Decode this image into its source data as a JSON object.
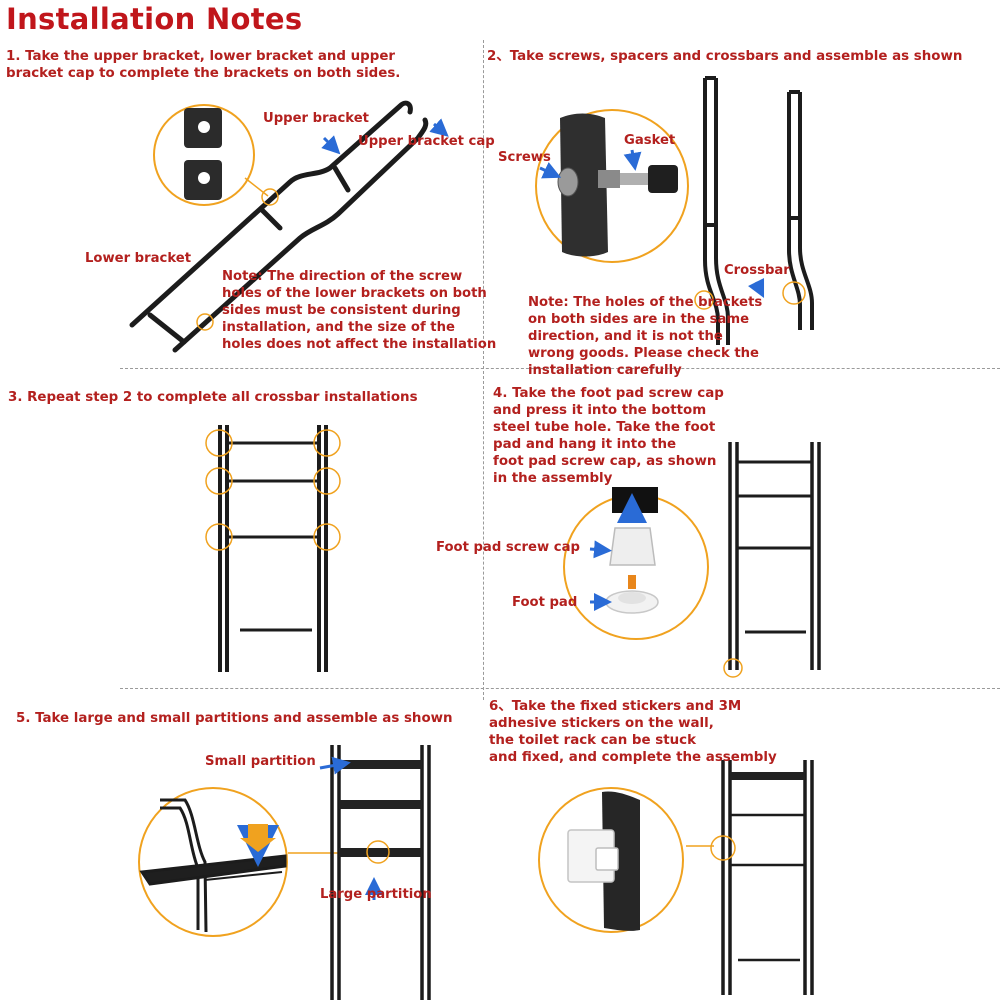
{
  "title": "Installation Notes",
  "step1": {
    "lines": [
      "1. Take the upper bracket, lower bracket and upper",
      "bracket cap to complete the brackets on both sides."
    ],
    "labels": {
      "upper_bracket": "Upper bracket",
      "upper_bracket_cap": "Upper bracket cap",
      "lower_bracket": "Lower bracket"
    },
    "note": [
      "Note: The direction of the screw",
      "holes of the lower brackets on both",
      "sides must be consistent during",
      "installation, and the size of the",
      "holes does not affect the installation"
    ]
  },
  "step2": {
    "lines": [
      "2、Take screws, spacers and crossbars and assemble as shown"
    ],
    "labels": {
      "screws": "Screws",
      "gasket": "Gasket",
      "crossbar": "Crossbar"
    },
    "note": [
      "Note: The holes of the brackets",
      "on both sides are in the same",
      "direction, and it is not the",
      "wrong goods. Please check the",
      "installation carefully"
    ]
  },
  "step3": {
    "lines": [
      "3. Repeat step 2 to complete all crossbar installations"
    ]
  },
  "step4": {
    "lines": [
      "4. Take the foot pad screw cap",
      "and press it into the bottom",
      "steel tube hole. Take the foot",
      "pad and hang it into the",
      "foot pad screw cap, as shown",
      "in the assembly"
    ],
    "labels": {
      "foot_pad_screw_cap": "Foot pad screw cap",
      "foot_pad": "Foot pad"
    }
  },
  "step5": {
    "lines": [
      "5. Take large and small partitions and assemble as shown"
    ],
    "labels": {
      "small_partition": "Small partition",
      "large_partition": "Large partition"
    }
  },
  "step6": {
    "lines": [
      "6、Take the fixed stickers and 3M",
      "adhesive stickers on the wall,",
      "the toilet rack can be stuck",
      "and fixed, and complete the assembly"
    ]
  },
  "colors": {
    "heading": "#c0161b",
    "text": "#b3201e",
    "callout": "#f0a21f",
    "arrow": "#2a6bd6",
    "frame": "#1c1c1c"
  }
}
